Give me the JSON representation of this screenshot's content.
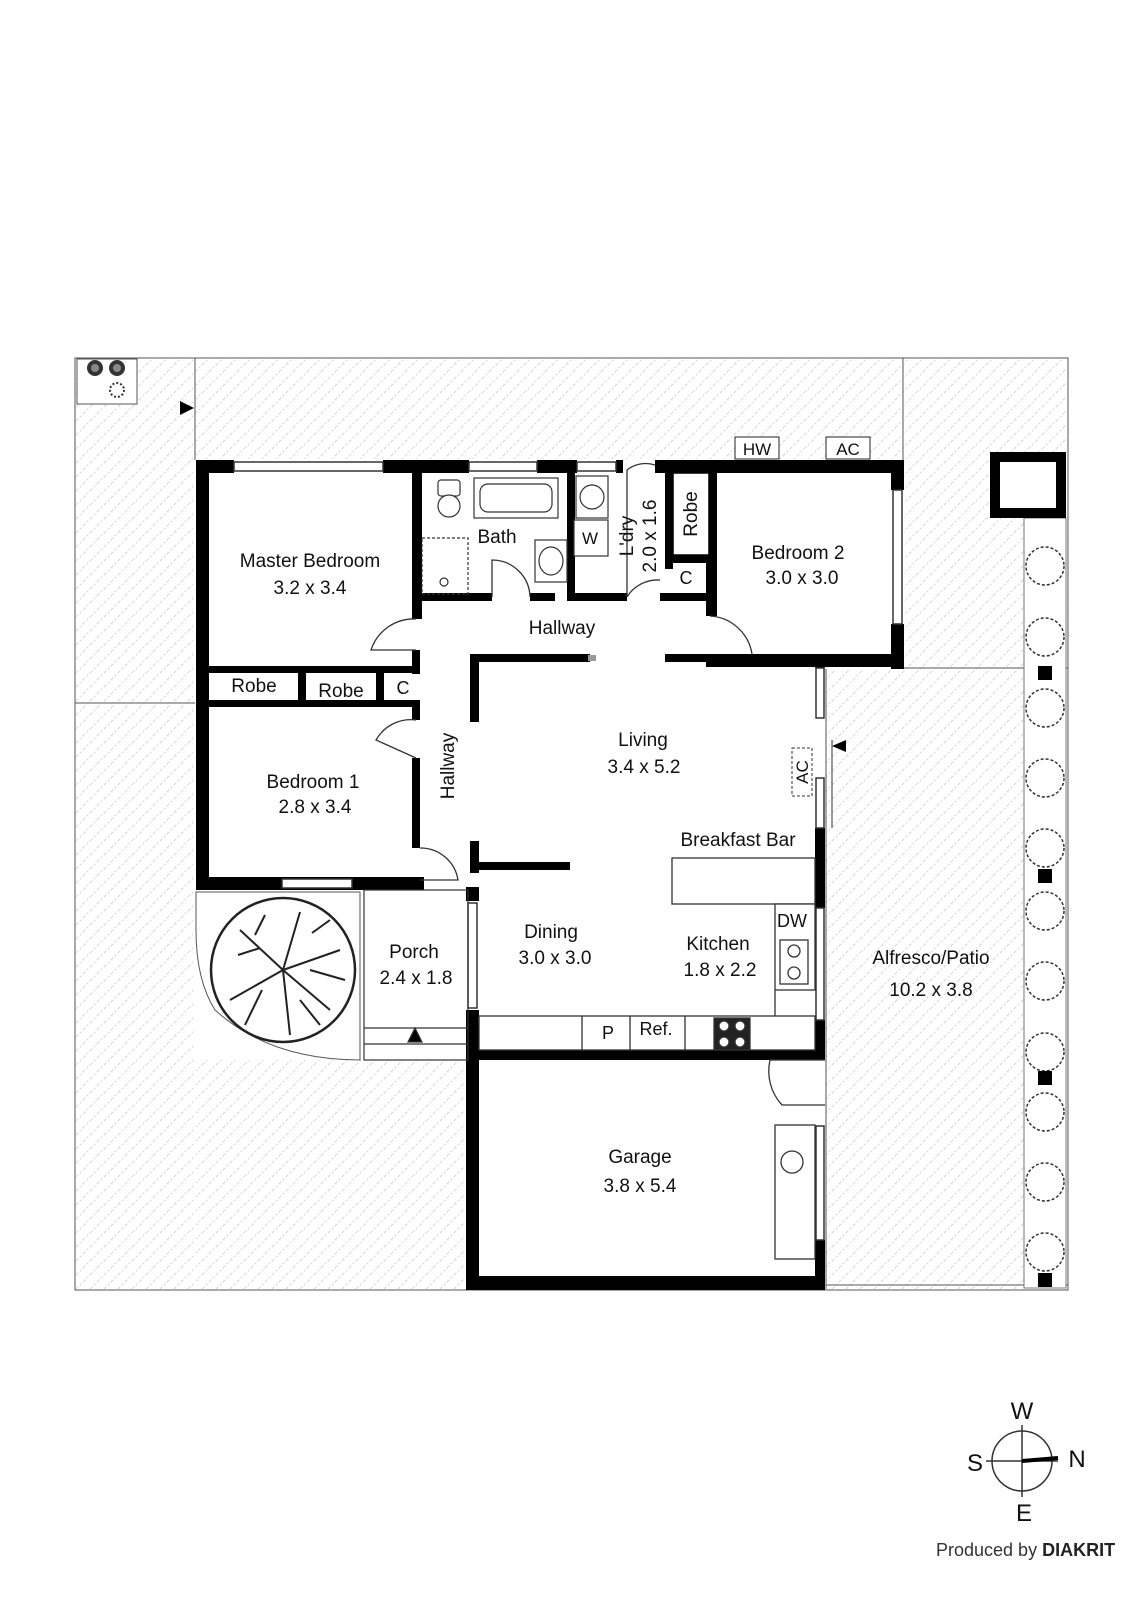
{
  "rooms": {
    "master_bedroom": {
      "name": "Master Bedroom",
      "size": "3.2 x 3.4"
    },
    "bath": {
      "name": "Bath"
    },
    "laundry": {
      "name": "L'dry",
      "size": "2.0 x 1.6"
    },
    "bedroom2": {
      "name": "Bedroom 2",
      "size": "3.0 x 3.0"
    },
    "bedroom1": {
      "name": "Bedroom 1",
      "size": "2.8 x 3.4"
    },
    "hallway_top": {
      "name": "Hallway"
    },
    "hallway_side": {
      "name": "Hallway"
    },
    "living": {
      "name": "Living",
      "size": "3.4 x 5.2"
    },
    "breakfast_bar": {
      "name": "Breakfast Bar"
    },
    "dining": {
      "name": "Dining",
      "size": "3.0 x 3.0"
    },
    "kitchen": {
      "name": "Kitchen",
      "size": "1.8 x 2.2"
    },
    "porch": {
      "name": "Porch",
      "size": "2.4 x 1.8"
    },
    "alfresco": {
      "name": "Alfresco/Patio",
      "size": "10.2 x 3.8"
    },
    "garage": {
      "name": "Garage",
      "size": "3.8 x 5.4"
    }
  },
  "fixtures": {
    "robe_master": "Robe",
    "robe_bed1": "Robe",
    "robe_bed2": "Robe",
    "cupboard_hall": "C",
    "cupboard_bed2": "C",
    "washer": "W",
    "hot_water": "HW",
    "ac_outdoor": "AC",
    "ac_living": "AC",
    "dishwasher": "DW",
    "pantry": "P",
    "fridge": "Ref."
  },
  "compass": {
    "north": "N",
    "south": "S",
    "east": "E",
    "west": "W"
  },
  "credit": {
    "prefix": "Produced by",
    "brand": "DIAKRIT"
  },
  "colors": {
    "wall": "#000000",
    "hatch": "#c8c8c8",
    "line": "#333333"
  }
}
